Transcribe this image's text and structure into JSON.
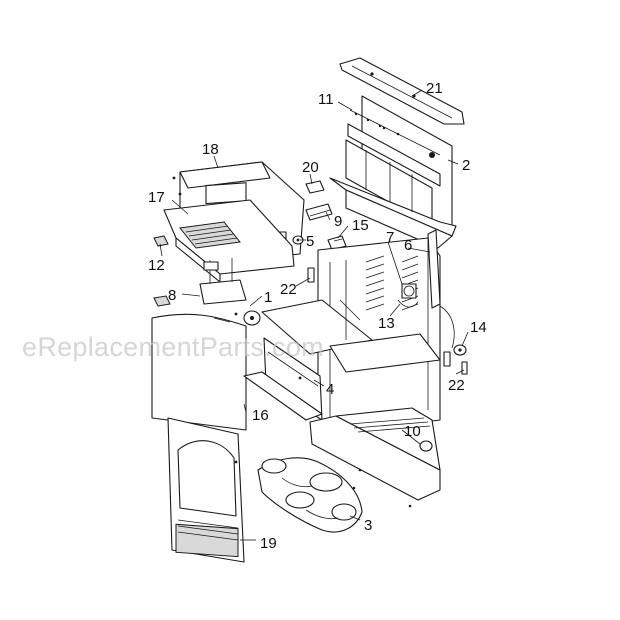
{
  "watermark": "eReplacementParts.com",
  "callouts": [
    {
      "id": "c21",
      "label": "21"
    },
    {
      "id": "c11",
      "label": "11"
    },
    {
      "id": "c2",
      "label": "2"
    },
    {
      "id": "c18",
      "label": "18"
    },
    {
      "id": "c20",
      "label": "20"
    },
    {
      "id": "c17",
      "label": "17"
    },
    {
      "id": "c9",
      "label": "9"
    },
    {
      "id": "c15",
      "label": "15"
    },
    {
      "id": "c5",
      "label": "5"
    },
    {
      "id": "c7",
      "label": "7"
    },
    {
      "id": "c6",
      "label": "6"
    },
    {
      "id": "c12",
      "label": "12"
    },
    {
      "id": "c22a",
      "label": "22"
    },
    {
      "id": "c8",
      "label": "8"
    },
    {
      "id": "c1",
      "label": "1"
    },
    {
      "id": "c13",
      "label": "13"
    },
    {
      "id": "c14",
      "label": "14"
    },
    {
      "id": "c4",
      "label": "4"
    },
    {
      "id": "c22b",
      "label": "22"
    },
    {
      "id": "c16",
      "label": "16"
    },
    {
      "id": "c10",
      "label": "10"
    },
    {
      "id": "c3",
      "label": "3"
    },
    {
      "id": "c19",
      "label": "19"
    }
  ]
}
